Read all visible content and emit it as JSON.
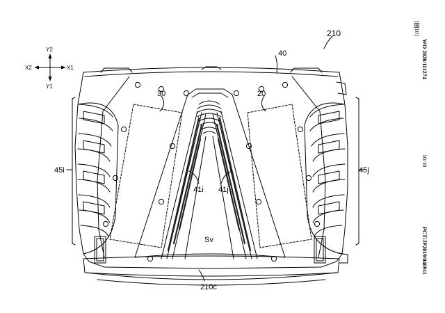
{
  "header": {
    "figure_mark": "[図10]",
    "publication_number": "WO 2020/111274",
    "sheet": "10/10",
    "application_number": "PCT/JP2019/046911"
  },
  "axes": {
    "y2": "Y2",
    "y1": "Y1",
    "x2": "X2",
    "x1": "X1"
  },
  "labels": {
    "device": "210",
    "front_cover": "40",
    "panel_left": "30",
    "panel_right": "20",
    "side_left": "45i",
    "side_right": "45j",
    "rib_left": "41i",
    "rib_right": "41j",
    "space": "Sv",
    "bottom": "210c"
  }
}
